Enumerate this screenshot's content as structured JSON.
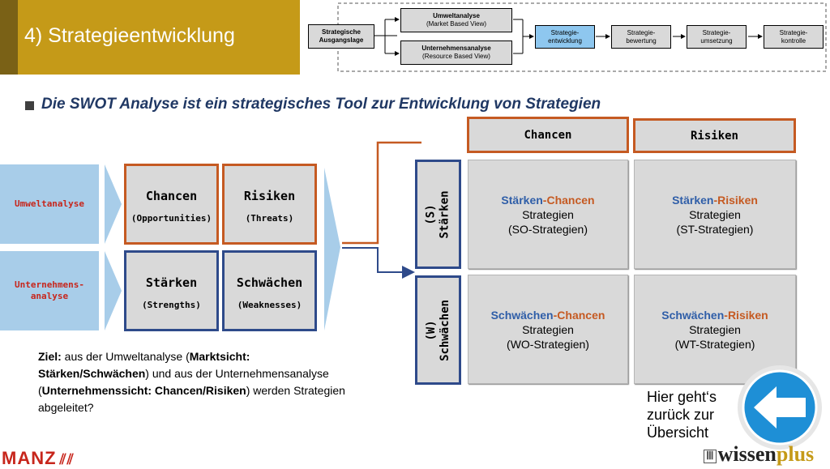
{
  "header": {
    "title": "4) Strategieentwicklung",
    "process": {
      "ausgangslage": [
        "Strategische",
        "Ausgangslage"
      ],
      "umwelt": [
        "Umweltanalyse",
        "(Market Based View)"
      ],
      "unternehmen": [
        "Unternehmensanalyse",
        "(Resource Based View)"
      ],
      "entwicklung": [
        "Strategie-",
        "entwicklung"
      ],
      "bewertung": [
        "Strategie-",
        "bewertung"
      ],
      "umsetzung": [
        "Strategie-",
        "umsetzung"
      ],
      "kontrolle": [
        "Strategie-",
        "kontrolle"
      ]
    }
  },
  "subtitle": "Die SWOT Analyse ist ein strategisches Tool zur Entwicklung von Strategien",
  "left": {
    "umweltanalyse": "Umweltanalyse",
    "unternehmensanalyse_1": "Unternehmens-",
    "unternehmensanalyse_2": "analyse",
    "chancen": "Chancen",
    "chancen_sub": "(Opportunities)",
    "risiken": "Risiken",
    "risiken_sub": "(Threats)",
    "staerken": "Stärken",
    "staerken_sub": "(Strengths)",
    "schwaechen": "Schwächen",
    "schwaechen_sub": "(Weaknesses)"
  },
  "matrix": {
    "col_chancen": "Chancen",
    "col_risiken": "Risiken",
    "row_s_1": "(S)",
    "row_s_2": "Stärken",
    "row_w_1": "(W)",
    "row_w_2": "Schwächen",
    "so": {
      "a": "Stärken",
      "dash": "-",
      "b": "Chancen",
      "l2": "Strategien",
      "l3": "(SO-Strategien)"
    },
    "st": {
      "a": "Stärken",
      "dash": "-",
      "b": "Risiken",
      "l2": "Strategien",
      "l3": "(ST-Strategien)"
    },
    "wo": {
      "a": "Schwächen",
      "dash": "-",
      "b": "Chancen",
      "l2": "Strategien",
      "l3": "(WO-Strategien)"
    },
    "wt": {
      "a": "Schwächen",
      "dash": "-",
      "b": "Risiken",
      "l2": "Strategien",
      "l3": "(WT-Strategien)"
    }
  },
  "goal": {
    "p1": "Ziel:",
    "p2": " aus der Umweltanalyse (",
    "p3": "Marktsicht: Stärken/Schwächen",
    "p4": ") und aus der Unternehmensanalyse (",
    "p5": "Unternehmenssicht: Chancen/Risiken",
    "p6": ") werden Strategien abgeleitet?"
  },
  "back": {
    "l1": "Hier geht‘s",
    "l2": "zurück zur",
    "l3": "Übersicht"
  },
  "logos": {
    "manz": "MANZ",
    "wissenplus_a": "wissen",
    "wissenplus_b": "plus"
  },
  "colors": {
    "gold": "#c59a18",
    "orange": "#c55a22",
    "navy": "#2e4a8a",
    "lightblue": "#a8cde9",
    "backbutton": "#1e8fd6"
  }
}
